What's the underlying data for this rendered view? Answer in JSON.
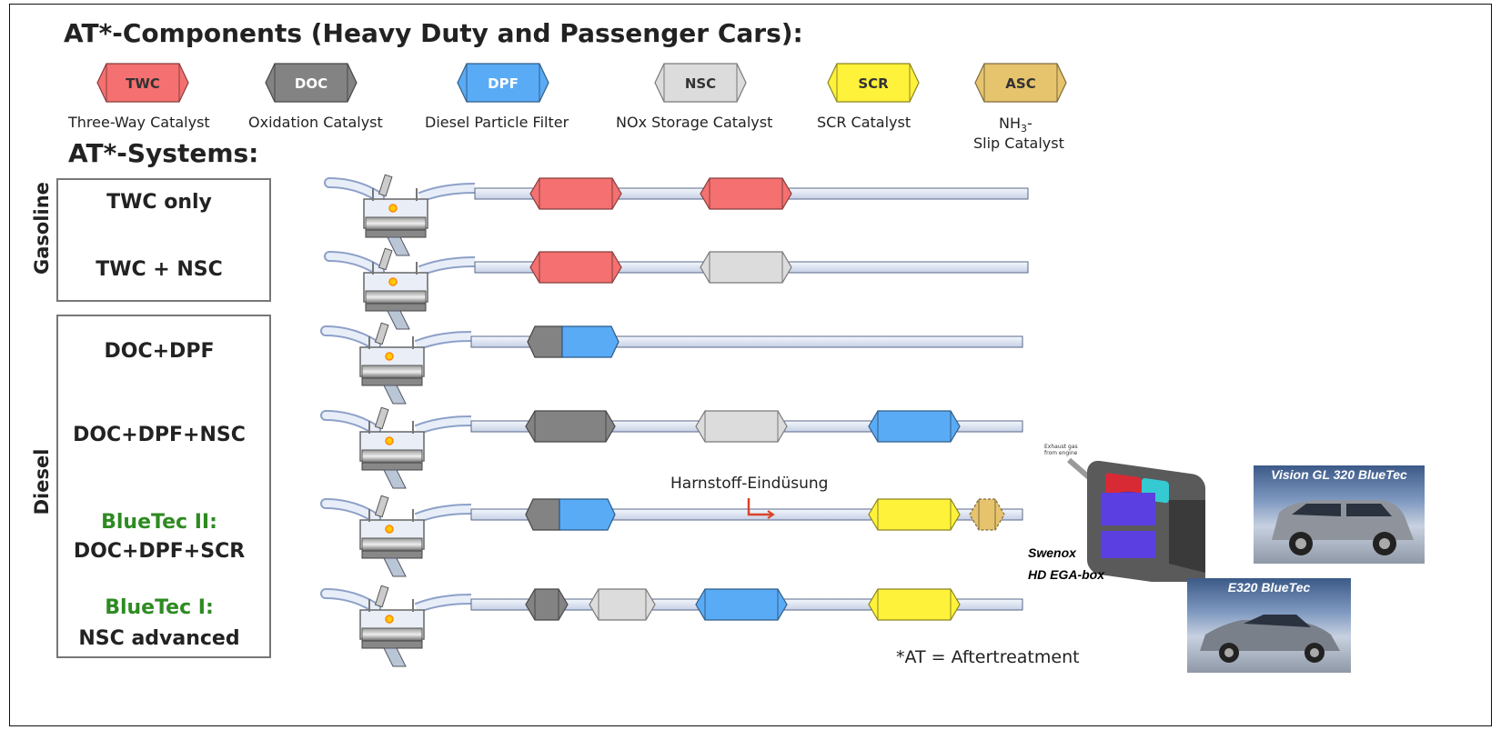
{
  "title": "AT*-Components (Heavy Duty and Passenger Cars):",
  "systems_heading": "AT*-Systems:",
  "components": [
    {
      "abbr": "TWC",
      "label": "Three-Way Catalyst",
      "color": "#f57070"
    },
    {
      "abbr": "DOC",
      "label": "Oxidation Catalyst",
      "color": "#838383"
    },
    {
      "abbr": "DPF",
      "label": "Diesel Particle Filter",
      "color": "#5aabf5"
    },
    {
      "abbr": "NSC",
      "label": "NOx Storage Catalyst",
      "color": "#dcdcdc"
    },
    {
      "abbr": "SCR",
      "label": "SCR Catalyst",
      "color": "#fff23a"
    },
    {
      "abbr": "ASC",
      "label_line1": "NH",
      "label_sub": "3",
      "label_line1_end": "-",
      "label_line2": "Slip Catalyst",
      "color": "#e6c36d"
    }
  ],
  "groups": {
    "gasoline": "Gasoline",
    "diesel": "Diesel"
  },
  "systems": [
    {
      "name": "TWC only",
      "chain": [
        "TWC",
        "TWC"
      ]
    },
    {
      "name": "TWC + NSC",
      "chain": [
        "TWC",
        "NSC"
      ]
    },
    {
      "name": "DOC+DPF",
      "chain": [
        "DOC+DPF"
      ]
    },
    {
      "name": "DOC+DPF+NSC",
      "chain": [
        "DOC",
        "NSC",
        "DPF"
      ]
    },
    {
      "name_green": "BlueTec II:",
      "name": "DOC+DPF+SCR",
      "chain": [
        "DOC+DPF",
        "SCR",
        "ASC"
      ]
    },
    {
      "name_green": "BlueTec I:",
      "name": "NSC advanced",
      "chain": [
        "DOC",
        "NSC",
        "DPF",
        "SCR"
      ]
    }
  ],
  "urea_label": "Harnstoff-Eindüsung",
  "box_label_line1": "Swenox",
  "box_label_line2": "HD EGA-box",
  "box_caption": "Exhaust gas from engine",
  "photo1": "Vision GL 320 BlueTec",
  "photo2": "E320 BlueTec",
  "footnote": "*AT = Aftertreatment"
}
